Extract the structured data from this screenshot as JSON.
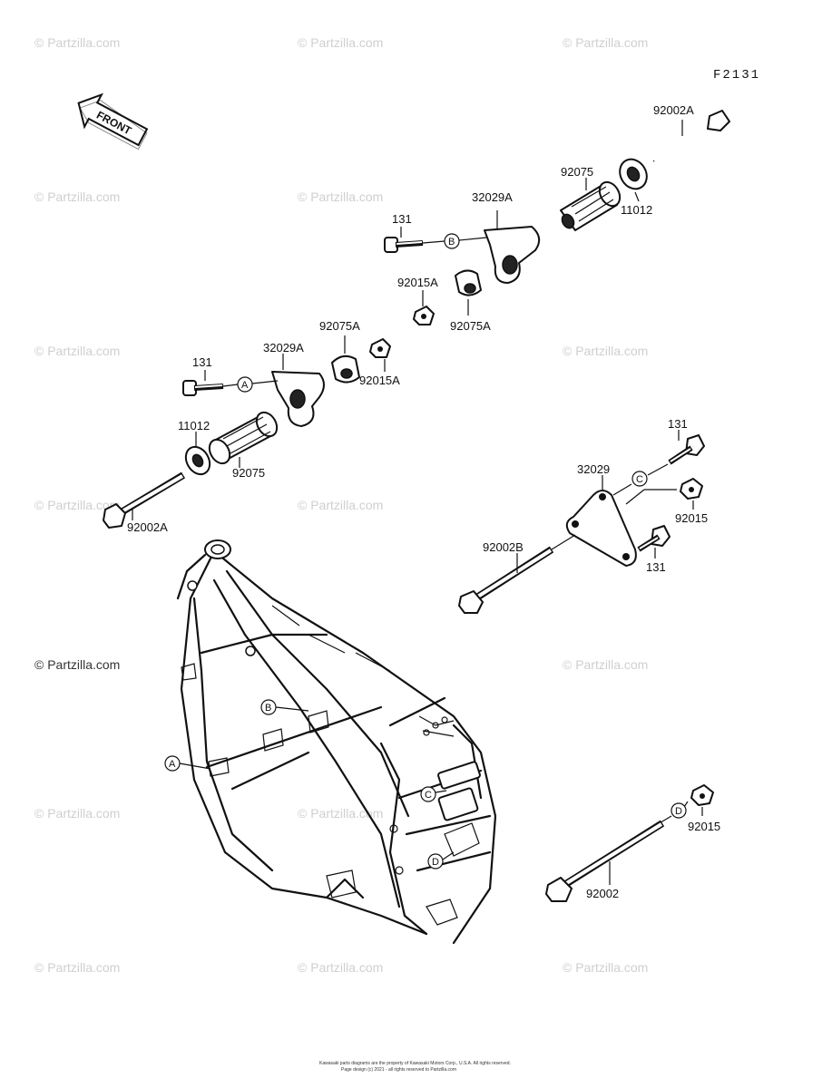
{
  "figure_code": "F2131",
  "front_label": "FRONT",
  "watermark": "© Partzilla.com",
  "copyright_lines": [
    "Kawasaki parts diagrams are the property of Kawasaki Motors Corp., U.S.A. All rights reserved.",
    "Page design (c) 2021 - all rights reserved to Partzilla.com"
  ],
  "refs": [
    "A",
    "B",
    "C",
    "D"
  ],
  "parts": {
    "p92002A_top": "92002A",
    "p92075_top": "92075",
    "p11012_top": "11012",
    "p32029A_top": "32029A",
    "p131_top": "131",
    "p92015A_top": "92015A",
    "p92075A_top": "92075A",
    "p92075A_mid": "92075A",
    "p32029A_mid": "32029A",
    "p131_mid": "131",
    "p92015A_mid": "92015A",
    "p11012_mid": "11012",
    "p92075_mid": "92075",
    "p92002A_mid": "92002A",
    "p131_right_top": "131",
    "p32029": "32029",
    "p92015_right": "92015",
    "p92002B": "92002B",
    "p131_right_bot": "131",
    "p92015_bottom": "92015",
    "p92002": "92002"
  }
}
